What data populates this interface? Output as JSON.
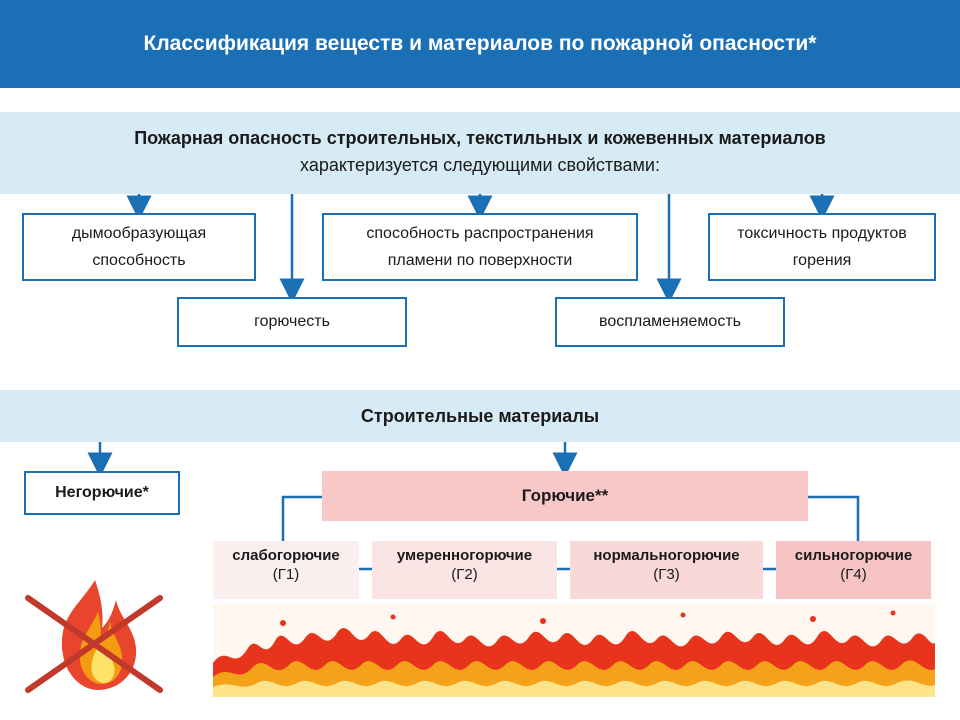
{
  "header": {
    "title": "Классификация веществ и материалов по пожарной опасности*"
  },
  "properties_band": {
    "line1": "Пожарная опасность строительных, текстильных и кожевенных материалов",
    "line2": "характеризуется следующими свойствами:"
  },
  "properties": {
    "smoke": "дымообразующая способность",
    "spread": "способность распространения пламени по поверхности",
    "toxicity": "токсичность продуктов горения",
    "combustibility": "горючесть",
    "ignitability": "воспламеняемость"
  },
  "building_band": {
    "title": "Строительные материалы"
  },
  "noncombustible": {
    "label": "Негорючие*"
  },
  "combustible": {
    "label": "Горючие**"
  },
  "categories": [
    {
      "name": "слабогорючие",
      "code": "(Г1)"
    },
    {
      "name": "умеренногорючие",
      "code": "(Г2)"
    },
    {
      "name": "нормальногорючие",
      "code": "(Г3)"
    },
    {
      "name": "сильногорючие",
      "code": "(Г4)"
    }
  ],
  "colors": {
    "blue": "#1a6fb5",
    "light_blue": "#d6ebf5",
    "pink": "#f8c8c8",
    "cross": "#c0392b"
  },
  "icons": [
    "crossed-flame-icon",
    "fire-strip"
  ]
}
